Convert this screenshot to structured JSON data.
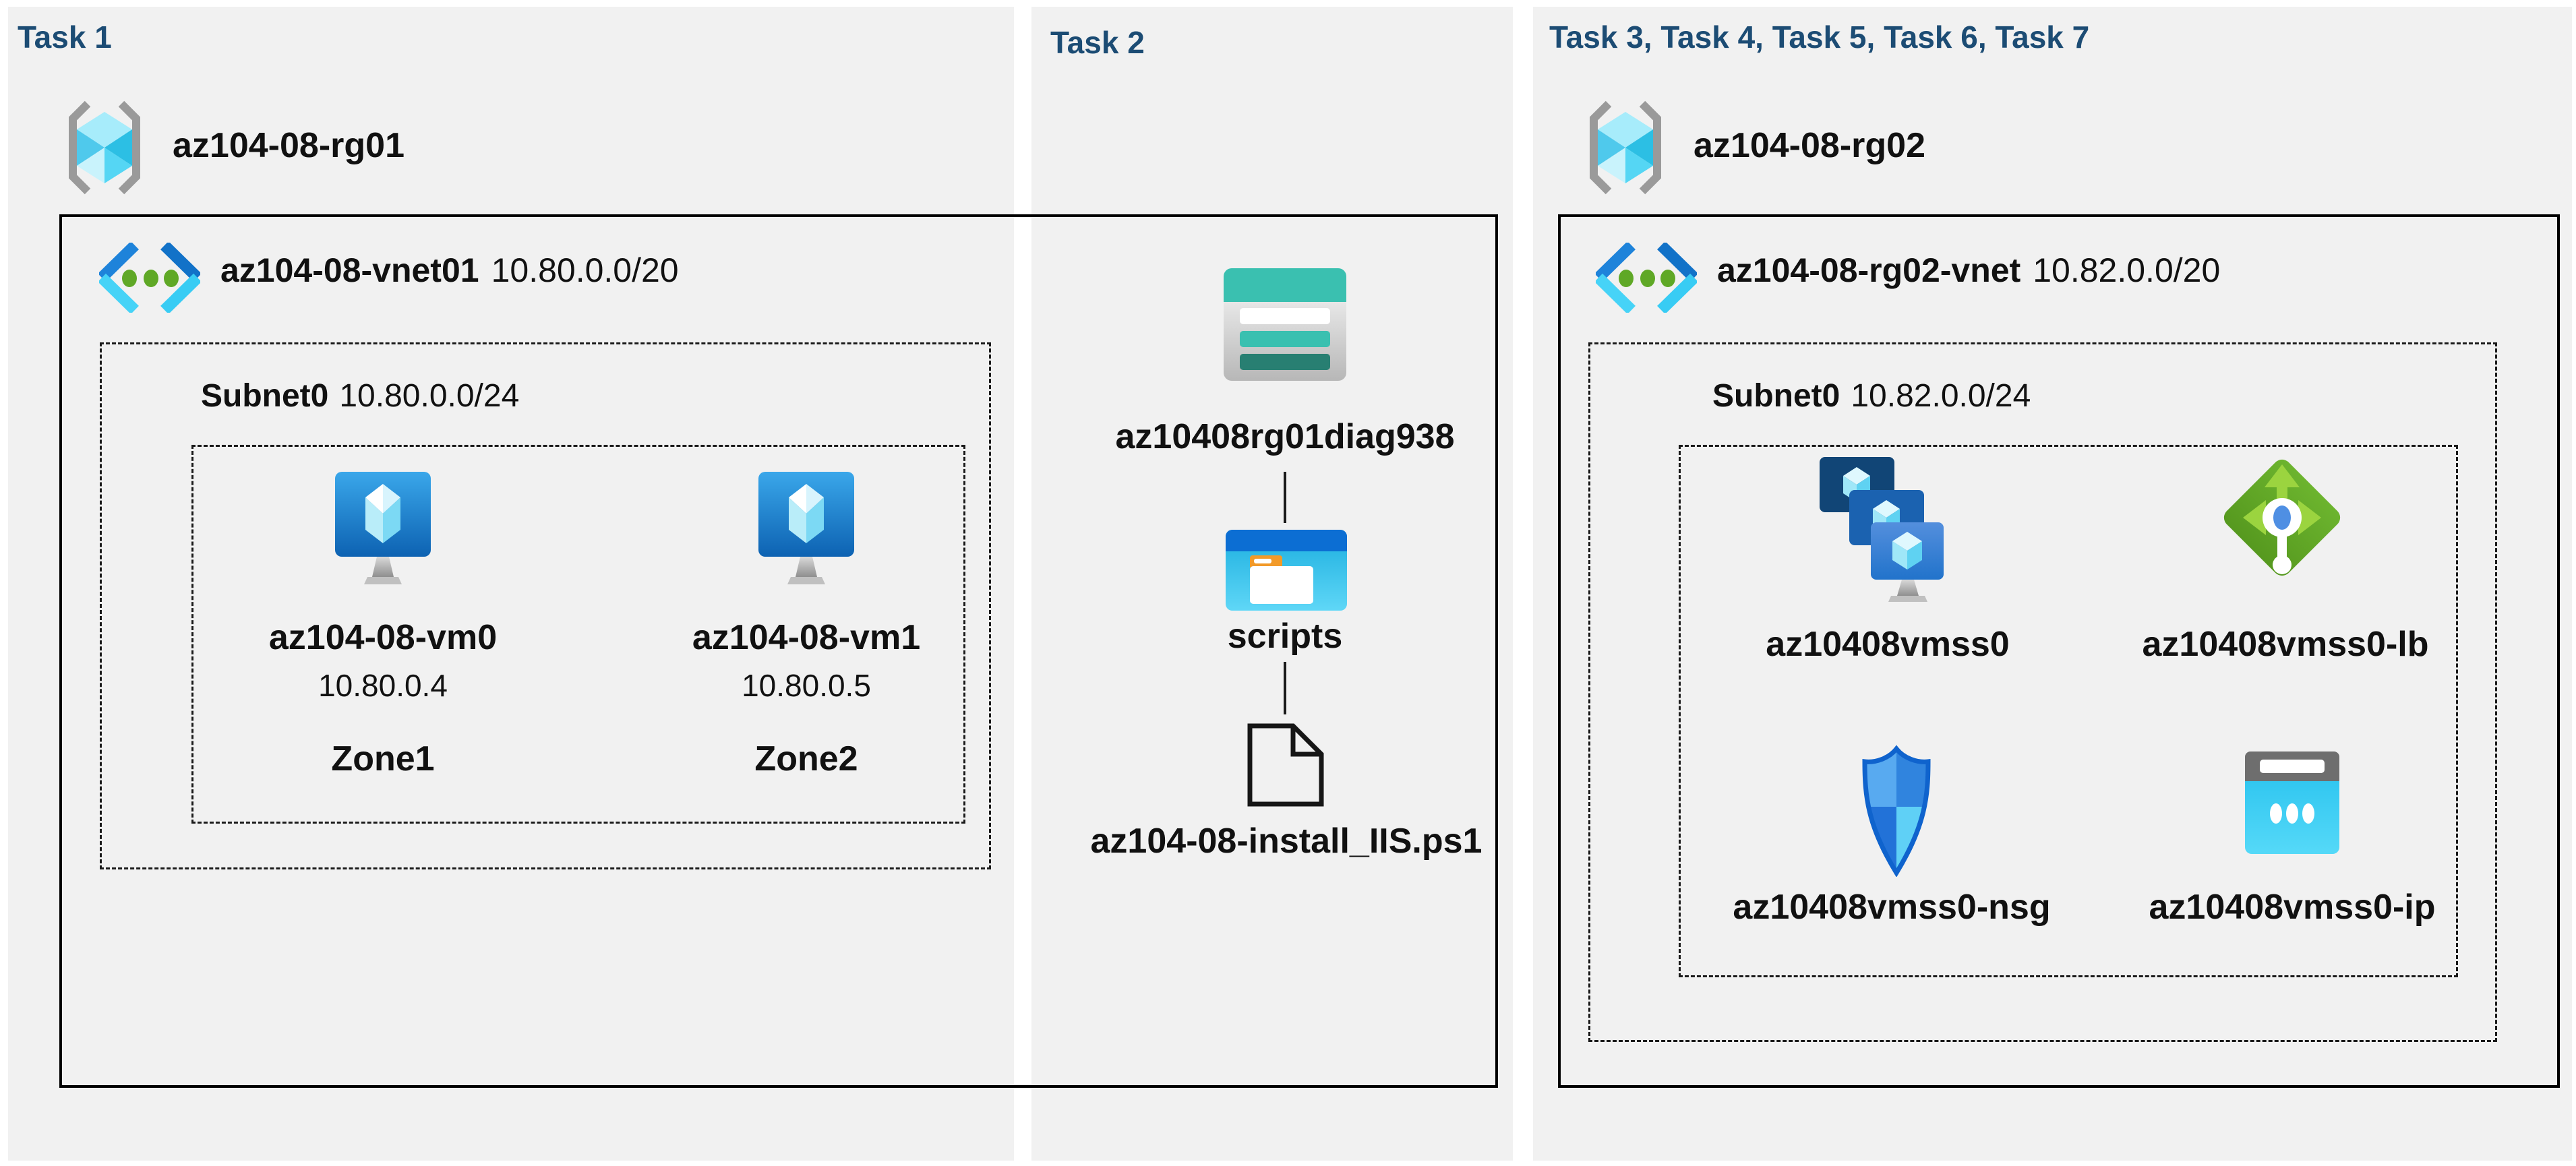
{
  "colors": {
    "panel_bg": "#f1f1f1",
    "title": "#1c4c74",
    "text": "#111111",
    "border": "#000000"
  },
  "task1": {
    "title": "Task 1",
    "resource_group": "az104-08-rg01",
    "vnet_name": "az104-08-vnet01",
    "vnet_cidr": "10.80.0.0/20",
    "subnet_name": "Subnet0",
    "subnet_cidr": "10.80.0.0/24",
    "vms": [
      {
        "name": "az104-08-vm0",
        "ip": "10.80.0.4",
        "zone": "Zone1"
      },
      {
        "name": "az104-08-vm1",
        "ip": "10.80.0.5",
        "zone": "Zone2"
      }
    ]
  },
  "task2": {
    "title": "Task 2",
    "storage_account": "az10408rg01diag938",
    "folder": "scripts",
    "file": "az104-08-install_IIS.ps1"
  },
  "task3": {
    "title": "Task 3, Task 4, Task 5, Task 6, Task 7",
    "resource_group": "az104-08-rg02",
    "vnet_name": "az104-08-rg02-vnet",
    "vnet_cidr": "10.82.0.0/20",
    "subnet_name": "Subnet0",
    "subnet_cidr": "10.82.0.0/24",
    "vmss": "az10408vmss0",
    "load_balancer": "az10408vmss0-lb",
    "nsg": "az10408vmss0-nsg",
    "public_ip": "az10408vmss0-ip"
  }
}
